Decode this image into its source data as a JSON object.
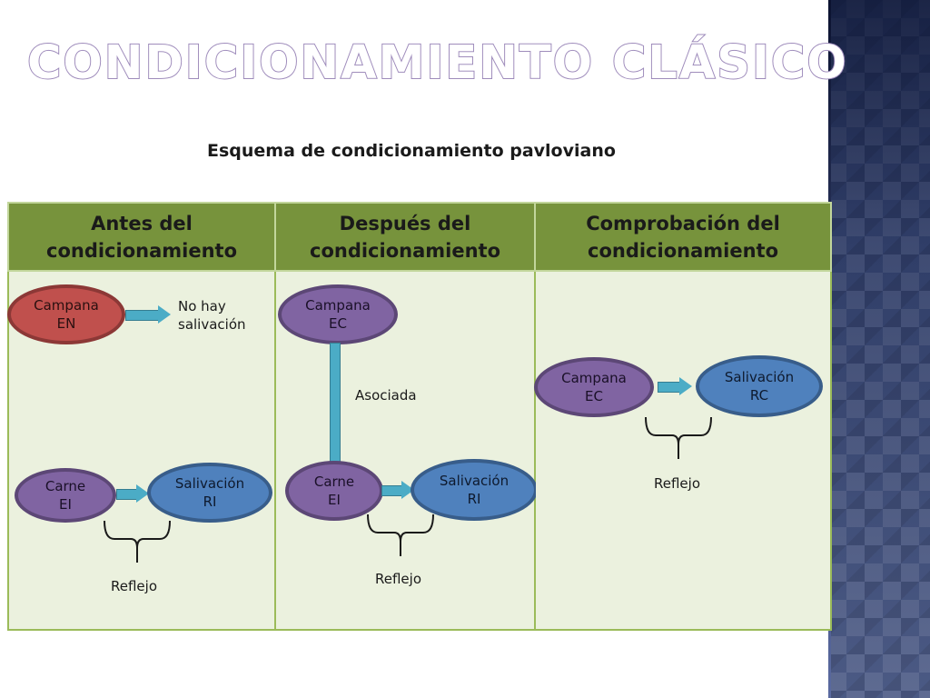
{
  "slide": {
    "title": "Condicionamiento clásico",
    "subtitle": "Esquema de condicionamiento pavloviano"
  },
  "table": {
    "headers": [
      {
        "line1": "Antes del",
        "line2": "condicionamiento"
      },
      {
        "line1": "Después del",
        "line2": "condicionamiento"
      },
      {
        "line1": "Comprobación del",
        "line2": "condicionamiento"
      }
    ]
  },
  "before": {
    "bell": {
      "name": "Campana",
      "code": "EN",
      "color": "#c0504d"
    },
    "no_response": {
      "line1": "No hay",
      "line2": "salivación"
    },
    "meat": {
      "name": "Carne",
      "code": "EI",
      "color": "#8064a2"
    },
    "salivation": {
      "name": "Salivación",
      "code": "RI",
      "color": "#4f81bd"
    },
    "brace_label": "Reflejo"
  },
  "after": {
    "bell": {
      "name": "Campana",
      "code": "EC",
      "color": "#8064a2"
    },
    "link_label": "Asociada",
    "meat": {
      "name": "Carne",
      "code": "EI",
      "color": "#8064a2"
    },
    "salivation": {
      "name": "Salivación",
      "code": "RI",
      "color": "#4f81bd"
    },
    "brace_label": "Reflejo"
  },
  "test": {
    "bell": {
      "name": "Campana",
      "code": "EC",
      "color": "#8064a2"
    },
    "salivation": {
      "name": "Salivación",
      "code": "RC",
      "color": "#4f81bd"
    },
    "brace_label": "Reflejo"
  },
  "theme": {
    "header_green": "#77933c",
    "cell_bg": "#ebf1de",
    "arrow_color": "#4bacc6",
    "side_band": "#3c4c7a"
  }
}
